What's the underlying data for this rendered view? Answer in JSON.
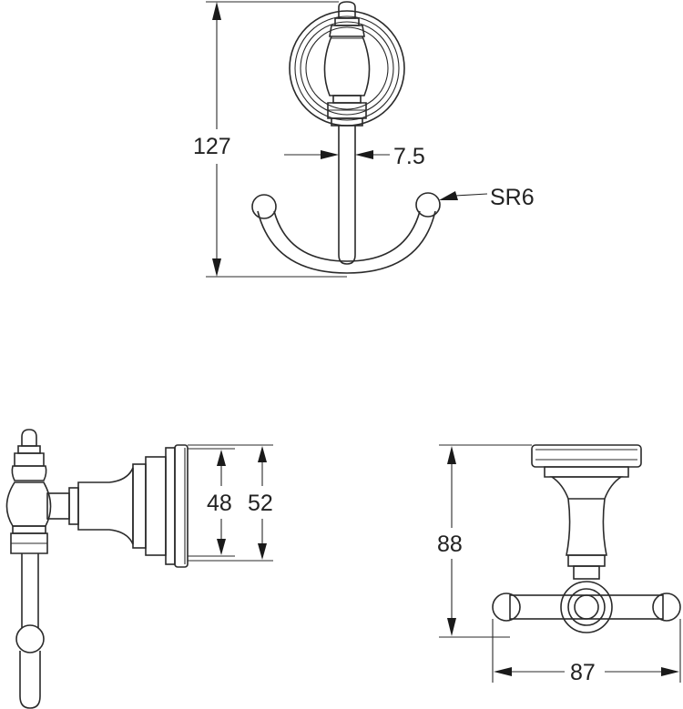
{
  "dimensions": {
    "total_height": "127",
    "stem_width": "7.5",
    "ball_radius": "SR6",
    "inner_diameter": "48",
    "outer_diameter": "52",
    "projection": "88",
    "width": "87"
  },
  "colors": {
    "line": "#2a2a2a",
    "background": "#ffffff"
  }
}
